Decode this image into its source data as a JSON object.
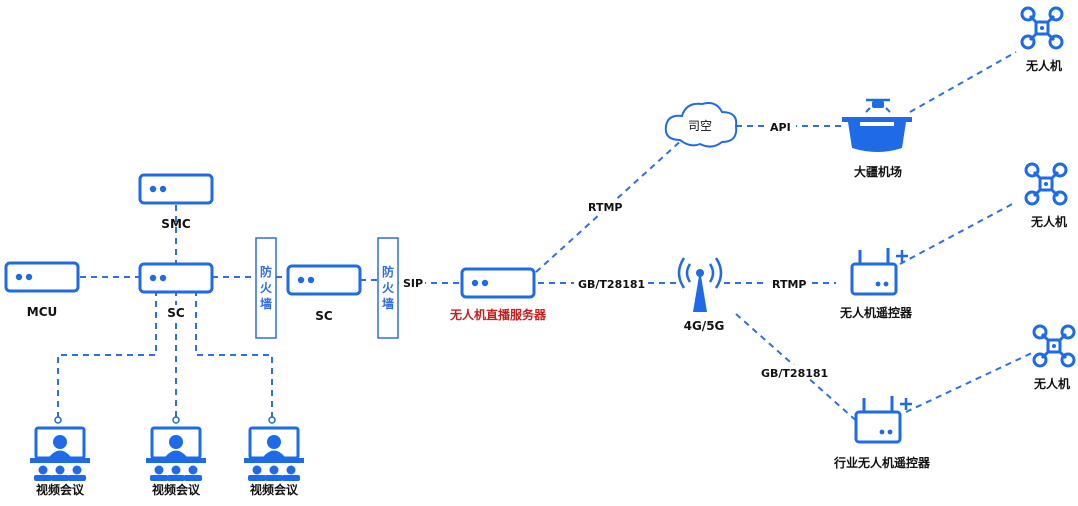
{
  "nodes": {
    "smc": "SMC",
    "mcu": "MCU",
    "sc_left": "SC",
    "sc_mid": "SC",
    "firewall_1": [
      "防",
      "火",
      "墙"
    ],
    "firewall_2": [
      "防",
      "火",
      "墙"
    ],
    "drone_server": "无人机直播服务器",
    "sikong": "司空",
    "dji_dock": "大疆机场",
    "tower": "4G/5G",
    "drone_remote": "无人机遥控器",
    "industry_remote": "行业无人机遥控器",
    "drone_top": "无人机",
    "drone_mid": "无人机",
    "drone_bottom": "无人机",
    "vc_1": "视频会议",
    "vc_2": "视频会议",
    "vc_3": "视频会议"
  },
  "edges": {
    "sip": "SIP",
    "gb_server_tower": "GB/T28181",
    "rtmp_server_cloud": "RTMP",
    "api": "API",
    "rtmp_tower_remote": "RTMP",
    "gb_tower_industry": "GB/T28181"
  },
  "colors": {
    "accent": "#1f6ae6",
    "line": "#2f6fe0",
    "highlight_text": "#c81e1e"
  },
  "icons": {
    "server": "server-icon",
    "cloud": "cloud-icon",
    "dock": "dock-icon",
    "tower": "signal-tower-icon",
    "remote": "remote-controller-icon",
    "drone": "drone-icon",
    "conference": "video-conference-icon",
    "firewall": "firewall-icon"
  }
}
